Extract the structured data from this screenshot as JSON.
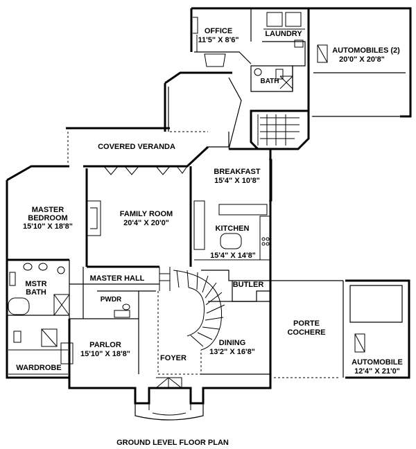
{
  "rooms": {
    "office": {
      "name": "OFFICE",
      "dims": "11'5\" X 8'6\""
    },
    "laundry": {
      "name": "LAUNDRY"
    },
    "garage2": {
      "name": "AUTOMOBILES (2)",
      "dims": "20'0\" X 20'8\""
    },
    "bath": {
      "name": "BATH"
    },
    "veranda": {
      "name": "COVERED VERANDA"
    },
    "breakfast": {
      "name": "BREAKFAST",
      "dims": "15'4\" X 10'8\""
    },
    "master_bedroom": {
      "name1": "MASTER",
      "name2": "BEDROOM",
      "dims": "15'10\" X 18'8\""
    },
    "family_room": {
      "name": "FAMILY ROOM",
      "dims": "20'4\" X 20'0\""
    },
    "kitchen": {
      "name": "KITCHEN",
      "dims": "15'4\" X 14'8\""
    },
    "master_hall": {
      "name": "MASTER HALL"
    },
    "butler": {
      "name": "BUTLER"
    },
    "mstr_bath": {
      "name1": "MSTR",
      "name2": "BATH"
    },
    "pwdr": {
      "name": "PWDR"
    },
    "porte_cochere": {
      "name1": "PORTE",
      "name2": "COCHERE"
    },
    "parlor": {
      "name": "PARLOR",
      "dims": "15'10\" X 18'8\""
    },
    "dining": {
      "name": "DINING",
      "dims": "13'2\" X 16'8\""
    },
    "foyer": {
      "name": "FOYER"
    },
    "wardrobe": {
      "name": "WARDROBE"
    },
    "garage1": {
      "name": "AUTOMOBILE",
      "dims": "12'4\" X 21'0\""
    }
  },
  "caption": "GROUND LEVEL FLOOR PLAN"
}
